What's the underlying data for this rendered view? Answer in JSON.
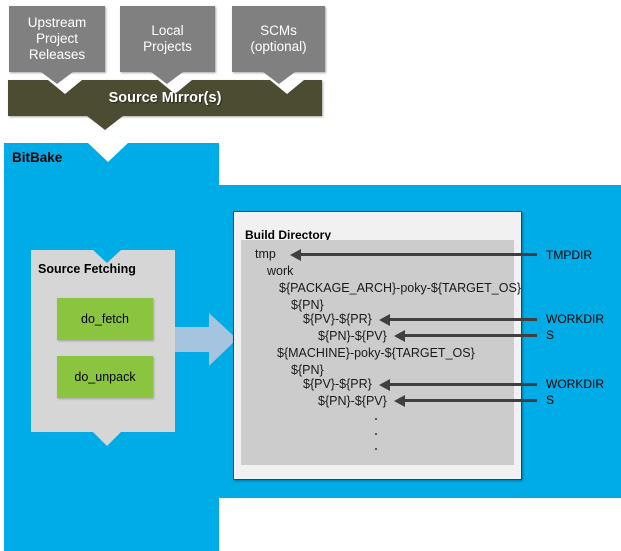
{
  "sources": {
    "boxes": [
      {
        "lines": [
          "Upstream",
          "Project",
          "Releases"
        ]
      },
      {
        "lines": [
          "Local",
          "Projects"
        ]
      },
      {
        "lines": [
          "SCMs",
          "(optional)"
        ]
      }
    ],
    "mirror_label": "Source Mirror(s)"
  },
  "bitbake": {
    "title": "BitBake",
    "source_fetching": {
      "title": "Source Fetching",
      "tasks": [
        {
          "label": "do_fetch"
        },
        {
          "label": "do_unpack"
        }
      ]
    }
  },
  "build_directory": {
    "title": "Build Directory",
    "tree": [
      {
        "text": "tmp",
        "indent": 0
      },
      {
        "text": "work",
        "indent": 1
      },
      {
        "text": "${PACKAGE_ARCH}-poky-${TARGET_OS}",
        "indent": 2
      },
      {
        "text": "${PN}",
        "indent": 3
      },
      {
        "text": "${PV}-${PR}",
        "indent": 4
      },
      {
        "text": "${PN}-${PV}",
        "indent": 5
      },
      {
        "text": "${MACHINE}-poky-${TARGET_OS}",
        "indent": 2
      },
      {
        "text": "${PN}",
        "indent": 3
      },
      {
        "text": "${PV}-${PR}",
        "indent": 4
      },
      {
        "text": "${PN}-${PV}",
        "indent": 5
      }
    ],
    "ellipsis_dots": 3
  },
  "callouts": [
    {
      "label": "TMPDIR"
    },
    {
      "label": "WORKDIR"
    },
    {
      "label": "S"
    },
    {
      "label": "WORKDIR"
    },
    {
      "label": "S"
    }
  ],
  "colors": {
    "bitbake_blue": "#00ace6",
    "source_box_gray": "#808080",
    "mirror_olive": "#4c4c33",
    "task_green": "#8bc53f",
    "panel_gray": "#d6d6d6",
    "tree_gray": "#cccccc",
    "arrow_blue": "#a4c4e0",
    "callout_dark": "#3f3f3f"
  }
}
